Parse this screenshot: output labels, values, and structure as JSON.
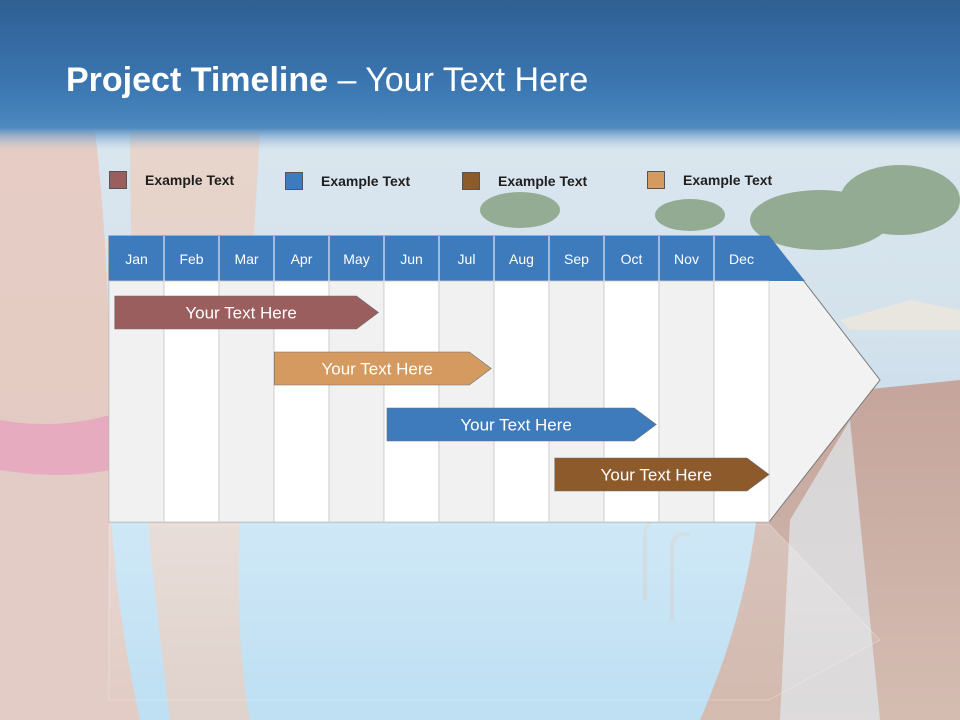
{
  "slide": {
    "title_bold": "Project Timeline",
    "title_rest": " – Your Text Here"
  },
  "legend": [
    {
      "label": "Example Text",
      "color": "#9b5e5e"
    },
    {
      "label": "Example Text",
      "color": "#3e7bbd"
    },
    {
      "label": "Example Text",
      "color": "#8c5a2b"
    },
    {
      "label": "Example Text",
      "color": "#d49a60"
    }
  ],
  "timeline": {
    "months": [
      "Jan",
      "Feb",
      "Mar",
      "Apr",
      "May",
      "Jun",
      "Jul",
      "Aug",
      "Sep",
      "Oct",
      "Nov",
      "Dec"
    ],
    "header_color": "#3e7bbd",
    "tasks": [
      {
        "label": "Your  Text Here",
        "start_month": 1.05,
        "end_month": 4.9,
        "color": "#9b5e5e"
      },
      {
        "label": "Your  Text Here",
        "start_month": 3.95,
        "end_month": 6.95,
        "color": "#d49a60"
      },
      {
        "label": "Your  Text Here",
        "start_month": 6.0,
        "end_month": 9.95,
        "color": "#3e7bbd"
      },
      {
        "label": "Your  Text Here",
        "start_month": 9.05,
        "end_month": 12.0,
        "color": "#8c5a2b"
      }
    ]
  }
}
